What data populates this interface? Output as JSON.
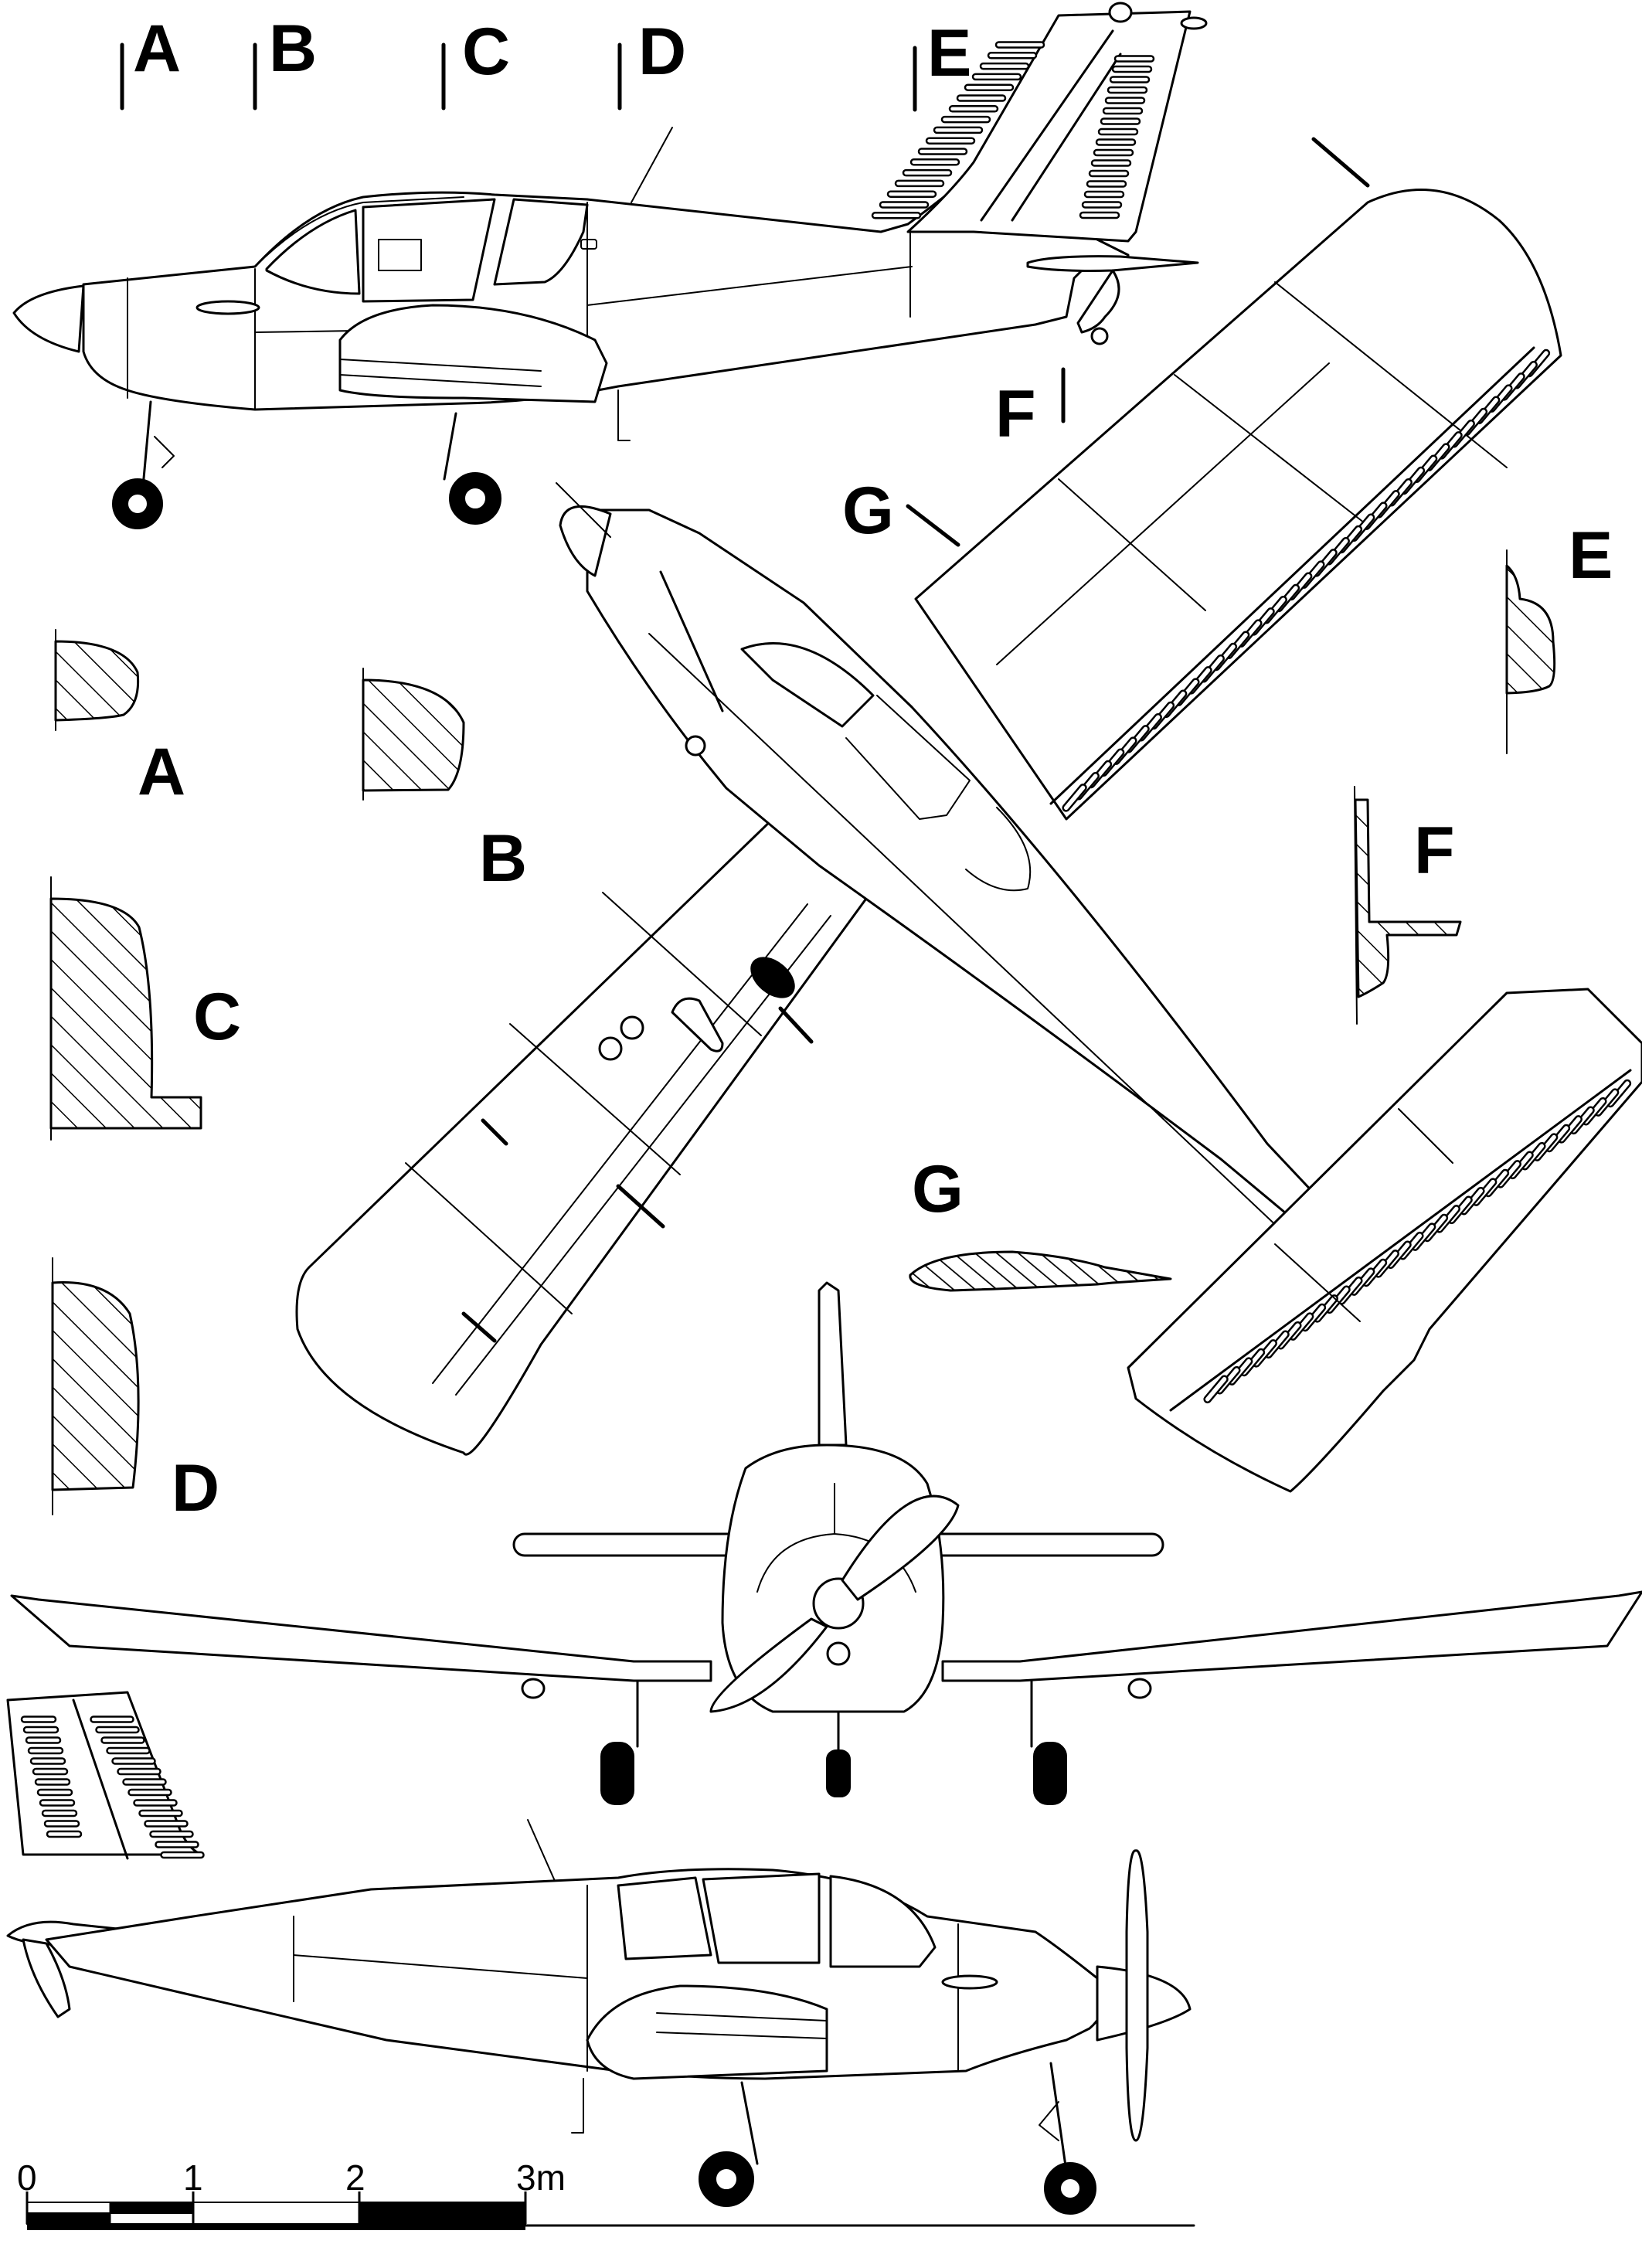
{
  "drawing": {
    "subject": "Light aircraft three-view drawing",
    "views": [
      "side-view-upper",
      "plan-view",
      "front-view",
      "side-view-lower"
    ]
  },
  "section_markers": {
    "top_row": [
      {
        "id": "A",
        "label": "A"
      },
      {
        "id": "B",
        "label": "B"
      },
      {
        "id": "C",
        "label": "C"
      },
      {
        "id": "D",
        "label": "D"
      },
      {
        "id": "E",
        "label": "E"
      }
    ],
    "F": {
      "label": "F"
    },
    "G": {
      "label": "G"
    }
  },
  "sections": [
    {
      "id": "A",
      "label": "A",
      "pattern": "hatched"
    },
    {
      "id": "B",
      "label": "B",
      "pattern": "hatched"
    },
    {
      "id": "C",
      "label": "C",
      "pattern": "hatched"
    },
    {
      "id": "D",
      "label": "D",
      "pattern": "hatched"
    },
    {
      "id": "E",
      "label": "E",
      "pattern": "hatched"
    },
    {
      "id": "F",
      "label": "F",
      "pattern": "hatched"
    },
    {
      "id": "G",
      "label": "G",
      "pattern": "hatched airfoil"
    }
  ],
  "scale_bar": {
    "ticks": [
      "0",
      "1",
      "2",
      "3m"
    ],
    "unit": "m",
    "max": 3
  },
  "colors": {
    "ink": "#000000",
    "paper": "#ffffff"
  }
}
